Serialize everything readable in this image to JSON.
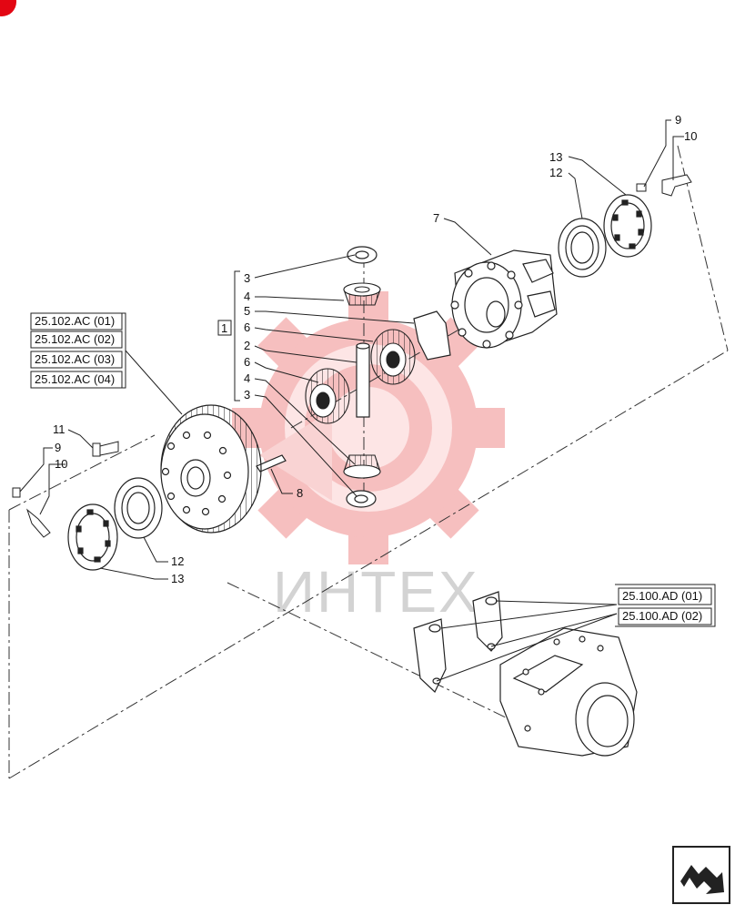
{
  "watermark": {
    "text": "ИНТЕХ"
  },
  "colors": {
    "line": "#222222",
    "watermark_red": "#f6b9b9",
    "watermark_gray": "#cfcfcf",
    "corner_mark": "#e30613"
  },
  "group_label": "1",
  "callouts": {
    "c3_top": "3",
    "c4_top": "4",
    "c5": "5",
    "c6_a": "6",
    "c2": "2",
    "c6_b": "6",
    "c4_bot": "4",
    "c3_bot": "3",
    "c7": "7",
    "c8": "8",
    "c9_right": "9",
    "c10_right": "10",
    "c12_right": "12",
    "c13_right": "13",
    "c11": "11",
    "c9_left": "9",
    "c10_left": "10",
    "c12_left": "12",
    "c13_left": "13"
  },
  "ref_left": [
    "25.102.AC (01)",
    "25.102.AC (02)",
    "25.102.AC (03)",
    "25.102.AC (04)"
  ],
  "ref_right": [
    "25.100.AD (01)",
    "25.100.AD (02)"
  ],
  "nav_icon": "next-page-arrow-icon"
}
